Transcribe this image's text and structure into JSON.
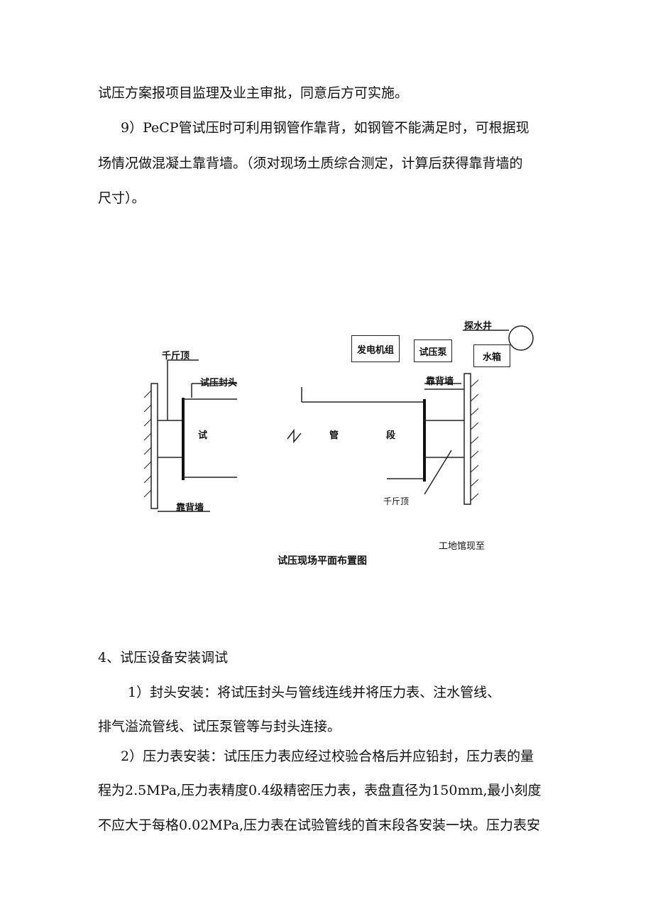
{
  "text": {
    "p0": "试压方案报项目监理及业主审批，同意后方可实施。",
    "p1_l1": "9）PeCP管试压时可利用钢管作靠背，如钢管不能满足时，可根据现",
    "p1_l2": "场情况做混凝土靠背墙。（须对现场土质综合测定，计算后获得靠背墙的",
    "p1_l3": "尺寸）。",
    "h4": "4、试压设备安装调试",
    "s1_l1": "1）封头安装：将试压封头与管线连线并将压力表、注水管线、",
    "s1_l2": "排气溢流管线、试压泵管等与封头连接。",
    "s2_l1": "2）压力表安装：试压压力表应经过校验合格后并应铅封，压力表的量",
    "s2_l2": "程为2.5MPa,压力表精度0.4级精密压力表，表盘直径为150mm,最小刻度",
    "s2_l3": "不应大于每格0.02MPa,压力表在试验管线的首末段各安装一块。压力表安"
  },
  "diagram": {
    "jack_left": "千斤顶",
    "test_head": "试压封头",
    "wall_left": "靠背墙",
    "pipe_char_1": "试",
    "pipe_char_2": "管",
    "pipe_char_3": "段",
    "generator": "发电机组",
    "pump": "试压泵",
    "tank": "水箱",
    "well": "探水井",
    "wall_right": "靠背墙",
    "jack_right": "千斤顶",
    "site_note": "工地馆现至",
    "caption": "试压现场平面布置图"
  }
}
